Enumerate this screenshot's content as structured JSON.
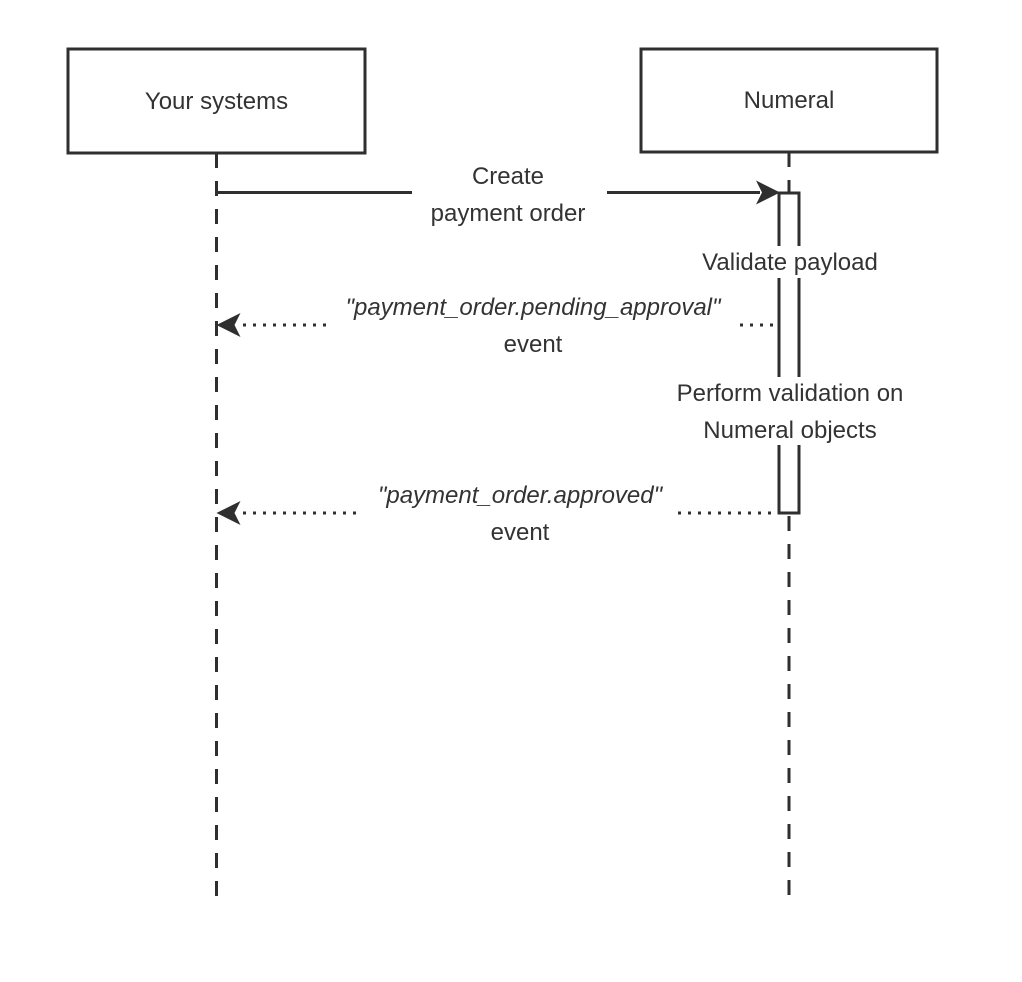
{
  "diagram": {
    "type": "sequence-diagram",
    "actors": [
      {
        "label": "Your systems"
      },
      {
        "label": "Numeral"
      }
    ],
    "messages": [
      {
        "line1": "Create",
        "line2": "payment order",
        "style": "solid",
        "direction": "to-numeral"
      },
      {
        "line1": "\"payment_order.pending_approval\"",
        "line2": "event",
        "style": "dotted",
        "direction": "to-your-systems"
      },
      {
        "line1": "\"payment_order.approved\"",
        "line2": "event",
        "style": "dotted",
        "direction": "to-your-systems"
      }
    ],
    "self_notes": [
      {
        "line1": "Validate payload"
      },
      {
        "line1": "Perform validation on",
        "line2": "Numeral objects"
      }
    ],
    "colors": {
      "stroke": "#2f2f2f",
      "text": "#333333",
      "background": "#ffffff"
    }
  }
}
